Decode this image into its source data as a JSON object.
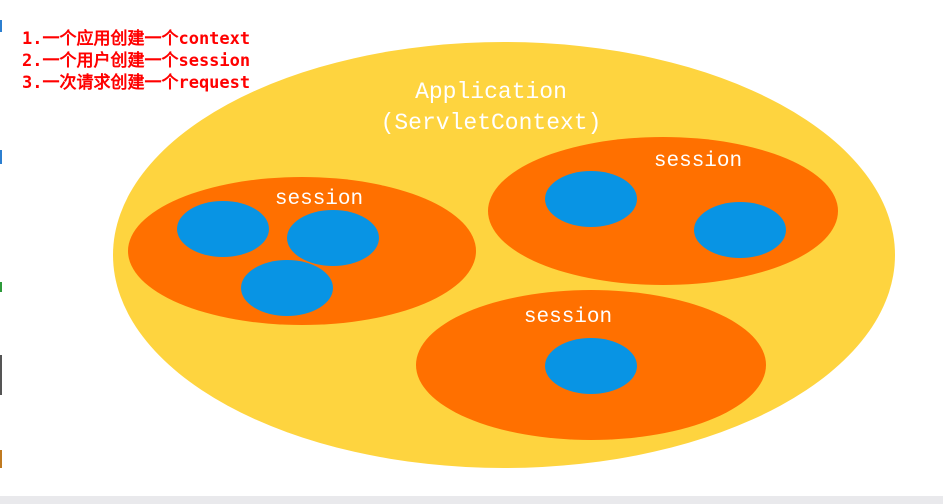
{
  "notes": [
    "1.一个应用创建一个context",
    "2.一个用户创建一个session",
    "3.一次请求创建一个request"
  ],
  "application": {
    "title": "Application",
    "subtitle": "(ServletContext)"
  },
  "sessions": [
    {
      "label": "session",
      "request_count": 3
    },
    {
      "label": "session",
      "request_count": 2
    },
    {
      "label": "session",
      "request_count": 1
    }
  ],
  "colors": {
    "note_text": "#ff0000",
    "application_fill": "#fed43f",
    "session_fill": "#ff7000",
    "request_fill": "#0894e4",
    "label_text": "#ffffff"
  }
}
